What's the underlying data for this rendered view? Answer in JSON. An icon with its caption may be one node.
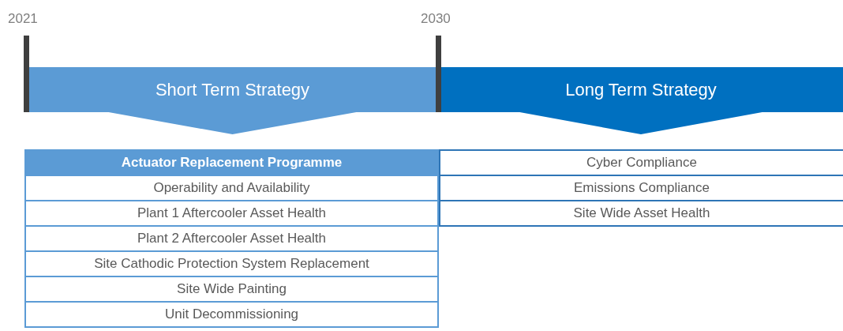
{
  "diagram": {
    "nodes": [
      {
        "text": [
          "Short Term Strategy"
        ]
      },
      {
        "text": [
          "Long Term Strategy"
        ]
      },
      {
        "text": [
          "Actuator Replacement Programme"
        ]
      },
      {
        "text": [
          "Operability and Availability"
        ]
      },
      {
        "text": [
          "Plant 1 Aftercooler Asset Health"
        ]
      },
      {
        "text": [
          "Plant 2 Aftercooler Asset Health"
        ]
      },
      {
        "text": [
          "Site Cathodic Protection System Replacement"
        ]
      },
      {
        "text": [
          "Site Wide Painting"
        ]
      },
      {
        "text": [
          "Unit Decommissioning"
        ]
      },
      {
        "text": [
          "Cyber Compliance"
        ]
      },
      {
        "text": [
          "Emissions Compliance"
        ]
      },
      {
        "text": [
          "Site Wide Asset Health"
        ]
      }
    ],
    "labels": [
      "2021",
      "2030"
    ]
  }
}
